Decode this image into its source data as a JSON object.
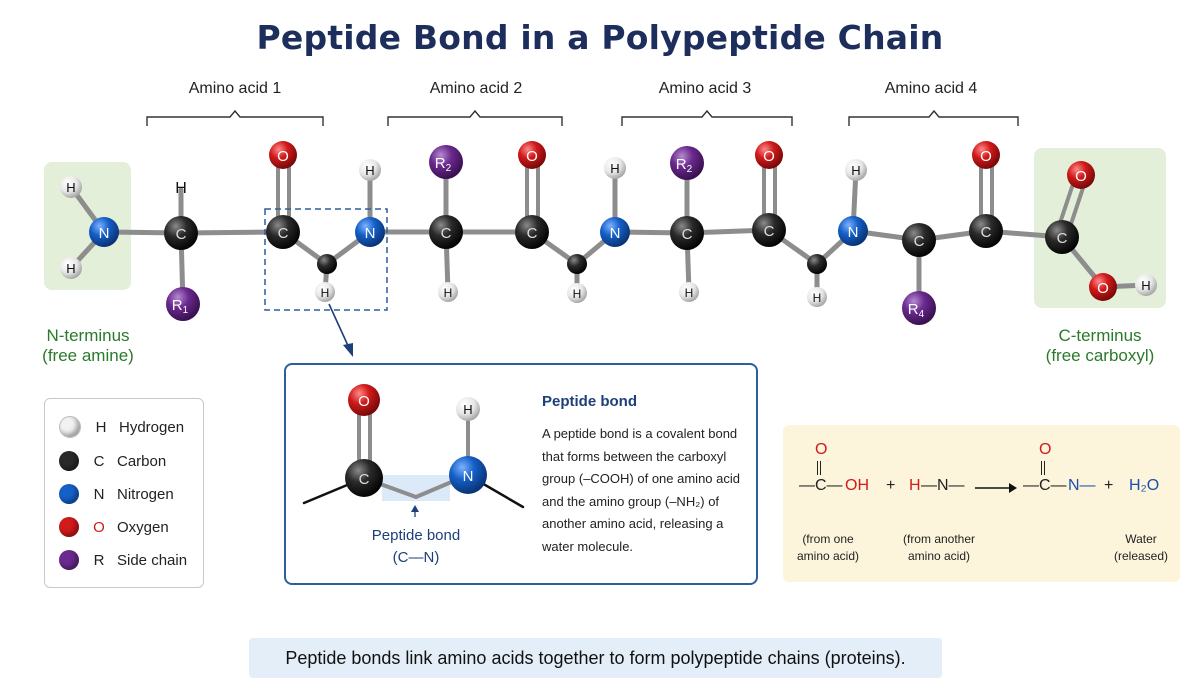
{
  "title": "Peptide Bond in a Polypeptide Chain",
  "amino_acids": [
    "Amino acid 1",
    "Amino acid 2",
    "Amino acid 3",
    "Amino acid 4"
  ],
  "atom_symbols": {
    "H": "H",
    "C": "C",
    "N": "N",
    "O": "O",
    "R1": "R",
    "R2": "R",
    "R4": "R",
    "sub1": "1",
    "sub2": "2",
    "sub4": "4"
  },
  "n_terminus": {
    "title": "N-terminus",
    "sub": "(free amine)"
  },
  "c_terminus": {
    "title": "C-terminus",
    "sub": "(free carboxyl)"
  },
  "legend": [
    {
      "symbol": "H",
      "label": "Hydrogen",
      "color": "#f2f2f2",
      "symbol_color": "#222222"
    },
    {
      "symbol": "C",
      "label": "Carbon",
      "color": "#2a2a2a",
      "symbol_color": "#222222"
    },
    {
      "symbol": "N",
      "label": "Nitrogen",
      "color": "#1560c8",
      "symbol_color": "#222222"
    },
    {
      "symbol": "O",
      "label": "Oxygen",
      "color": "#d11a1a",
      "symbol_color": "#d11a1a"
    },
    {
      "symbol": "R",
      "label": "Side chain",
      "color": "#6a2a8e",
      "symbol_color": "#222222"
    }
  ],
  "detail": {
    "title": "Peptide bond",
    "text": "A peptide bond is a covalent bond that forms between the carboxyl group (–COOH) of one amino acid and the amino group (–NH₂) of another amino acid, releasing a water molecule.",
    "bond_label": "Peptide bond",
    "bond_formula": "(C—N)"
  },
  "equation": {
    "acid_o": "O",
    "acid_c": "—C—",
    "acid_oh": "OH",
    "plus1": "+",
    "amine_h": "H",
    "amine_n": "—N—",
    "product_o": "O",
    "product_c": "—C—",
    "product_n": "N—",
    "plus2": "+",
    "water": "H₂O",
    "cap1": "(from one\namino acid)",
    "cap2": "(from another\namino acid)",
    "cap3": "Water\n(released)"
  },
  "footer": "Peptide bonds link amino acids together to form polypeptide chains (proteins).",
  "colors": {
    "title": "#1d2e5c",
    "hydrogen": "#f2f2f2",
    "carbon": "#2a2a2a",
    "nitrogen": "#1560c8",
    "oxygen": "#d11a1a",
    "side_chain": "#6a2a8e",
    "terminus_bg": "#e3efd8",
    "terminus_text": "#2b7a2b",
    "detail_border": "#2e5f9a",
    "equation_bg": "#fcf5dc",
    "footer_bg": "#e4eef8"
  }
}
